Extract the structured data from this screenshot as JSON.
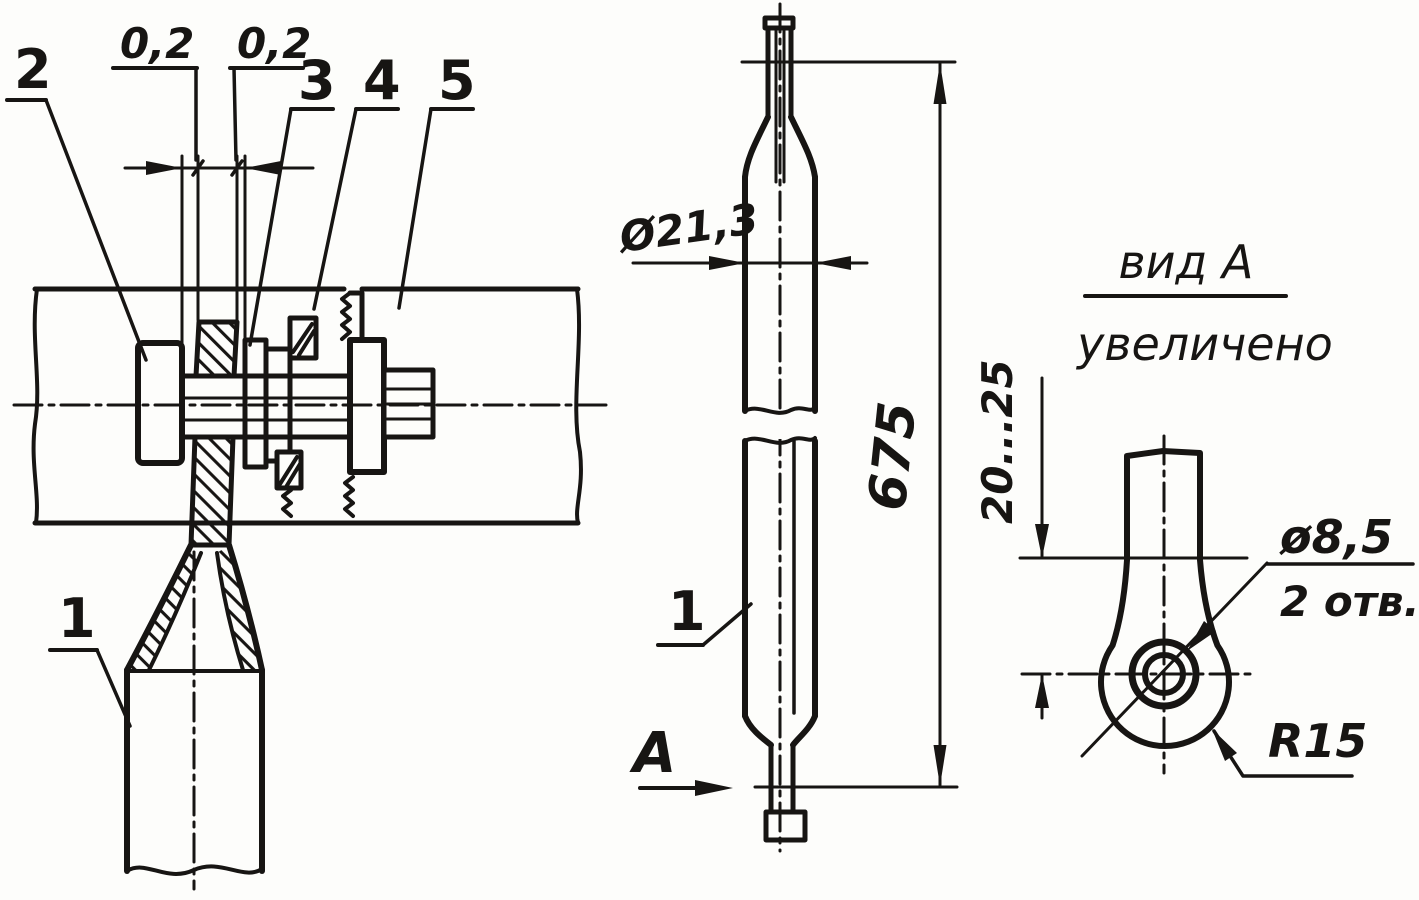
{
  "colors": {
    "ink": "#171513",
    "paper": "#fdfdfb"
  },
  "section_view": {
    "gap_dim_left": "0,2",
    "gap_dim_right": "0,2",
    "callout_tube": "1",
    "callout_bolt": "2",
    "callout_washer": "3",
    "callout_lock_washer": "4",
    "callout_nut": "5"
  },
  "elevation_view": {
    "callout_tube": "1",
    "diameter_dim": "Ø21,3",
    "length_dim": "675",
    "view_direction_label": "A"
  },
  "detail_view": {
    "title": "вид A",
    "subtitle": "увеличено",
    "flat_length_dim": "20...25",
    "hole_diameter_dim": "ø8,5",
    "hole_count_note": "2 отв.",
    "radius_dim": "R15"
  }
}
